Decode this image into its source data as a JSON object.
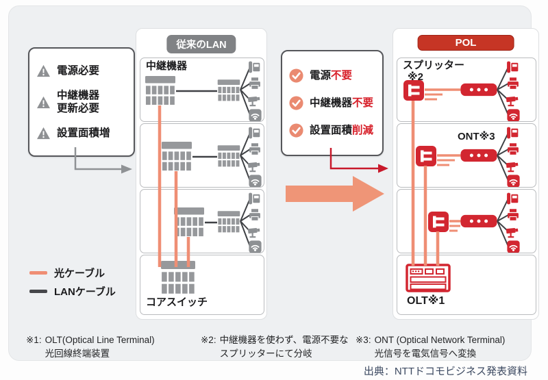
{
  "warnings": {
    "items": [
      {
        "lines": [
          "電源必要"
        ]
      },
      {
        "lines": [
          "中継機器",
          "更新必要"
        ]
      },
      {
        "lines": [
          "設置面積増"
        ]
      }
    ]
  },
  "benefits": {
    "items": [
      {
        "text": "電源",
        "highlight": "不要"
      },
      {
        "text": "中継機器",
        "highlight": "不要"
      },
      {
        "text": "設置面積",
        "highlight": "削減"
      }
    ]
  },
  "lan": {
    "title": "従来のLAN",
    "relay_label": "中継機器",
    "core_label": "コアスイッチ"
  },
  "pol": {
    "title": "POL",
    "splitter_label": "スプリッター",
    "splitter_note": "※2",
    "ont_label": "ONT※3",
    "olt_label": "OLT※1"
  },
  "legend": {
    "optical": "光ケーブル",
    "lan": "LANケーブル"
  },
  "footnotes": [
    {
      "prefix": "※1:",
      "line1": "OLT(Optical Line Terminal)",
      "line2": "光回線終端装置"
    },
    {
      "prefix": "※2:",
      "line1": "中継機器を使わず、電源不要な",
      "line2": "スプリッターにて分岐"
    },
    {
      "prefix": "※3:",
      "line1": "ONT (Optical Network Terminal)",
      "line2": "光信号を電気信号へ変換"
    }
  ],
  "source": "出典：NTTドコモビジネス発表資料",
  "colors": {
    "accent_red": "#d22630",
    "optical_cable": "#ef8e74",
    "lan_cable": "#3f4145",
    "device_gray": "#8d9093"
  }
}
